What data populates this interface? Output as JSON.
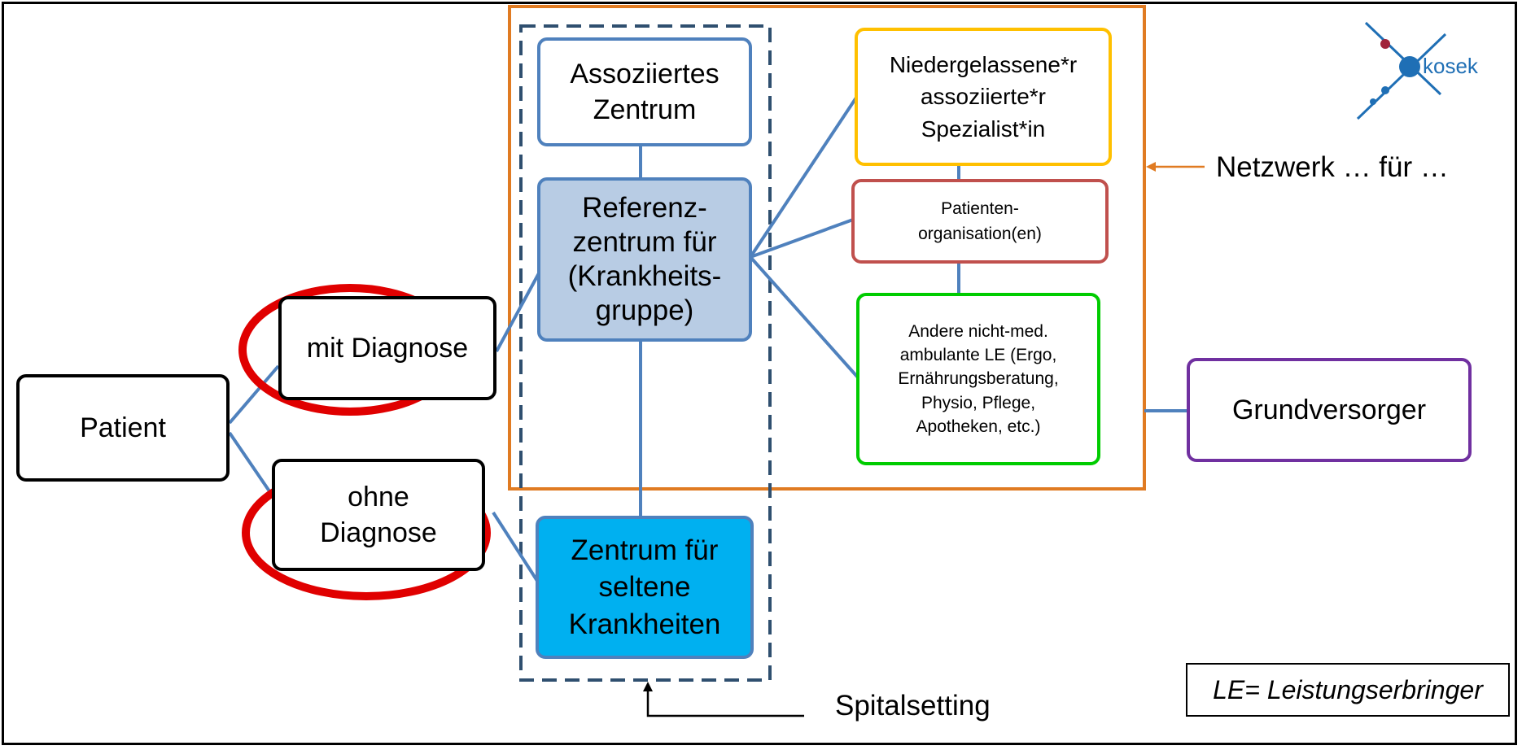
{
  "nodes": {
    "patient": "Patient",
    "mit_diagnose": "mit Diagnose",
    "ohne_diagnose": "ohne\nDiagnose",
    "assoziiertes_zentrum": "Assoziiertes\nZentrum",
    "referenzzentrum": "Referenz-\nzentrum für\n(Krankheits-\ngruppe)",
    "zentrum_seltene": "Zentrum für\nseltene\nKrankheiten",
    "spezialist": "Niedergelassene*r\nassoziierte*r\nSpezialist*in",
    "patientenorganisation": "Patienten-\norganisation(en)",
    "andere_le": "Andere nicht-med.\nambulante LE (Ergo,\nErnährungsberatung,\nPhysio, Pflege,\nApotheken, etc.)",
    "grundversorger": "Grundversorger"
  },
  "labels": {
    "netzwerk": "Netzwerk … für …",
    "spitalsetting": "Spitalsetting",
    "legend": "LE= Leistungserbringer",
    "logo_text": "kosek"
  },
  "colors": {
    "network_border": "#e07b22",
    "connector": "#4f81bd",
    "highlight_ellipse": "#e00000",
    "referenz_fill": "#b8cce4",
    "selten_fill": "#00b0f0"
  }
}
